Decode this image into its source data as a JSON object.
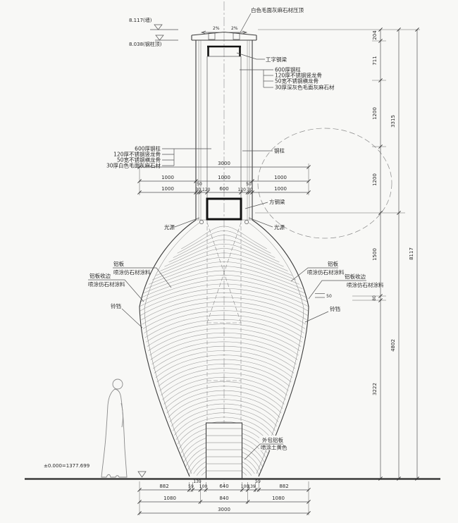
{
  "drawing": {
    "annotations": {
      "cap": "白色毛面灰麻石材压顶",
      "level_wall": "8.117(墙)",
      "level_column_top": "8.038(钢柱顶)",
      "level_ground": "±0.000=1377.699",
      "slope_left": "2%",
      "slope_right": "2%",
      "i_beam": "工字钢梁",
      "upper_right_stack": [
        "600厚钢柱",
        "120厚不锈钢竖龙骨",
        "50宽不锈钢横龙骨",
        "30厚深灰色毛面灰麻石材"
      ],
      "mid_left_stack": [
        "600厚钢柱",
        "120厚不锈钢竖龙骨",
        "50宽不锈钢横龙骨",
        "30厚白色毛面灰麻石材"
      ],
      "steel_column": "钢柱",
      "square_steel_beam": "方钢梁",
      "light_source_left": "光源",
      "light_source_right": "光源",
      "alu_panel_left": [
        "铝板",
        "喷涂仿石材涂料"
      ],
      "alu_edge_left": [
        "铝板收边",
        "喷涂仿石材涂料"
      ],
      "alu_panel_right": [
        "铝板",
        "喷涂仿石材涂料"
      ],
      "alu_edge_right": [
        "铝板收边",
        "喷涂仿石材涂料"
      ],
      "bell_left": "铃铛",
      "bell_right": "铃铛",
      "base_cladding": [
        "外包铝板",
        "喷涂土黄色"
      ]
    },
    "dims_top": {
      "total": "3000",
      "row1": [
        "1000",
        "1000",
        "1000"
      ],
      "row2": [
        "1000",
        "600",
        "1000"
      ],
      "row2_small_left": "30 120",
      "row2_small_right": "120 30",
      "row2_fifty_left": "50",
      "row2_fifty_right": "50"
    },
    "dims_bottom": {
      "row1": [
        "882",
        "59",
        "139",
        "100",
        "640",
        "100",
        "139",
        "59",
        "882"
      ],
      "row2": [
        "1080",
        "840",
        "1080"
      ],
      "total": "3000"
    },
    "dims_right": {
      "chain": [
        "204",
        "711",
        "1200",
        "1200",
        "1500",
        "80",
        "3222"
      ],
      "subtotals": [
        "3315",
        "4802"
      ],
      "total": "8117"
    },
    "dims_misc": {
      "edge_fifty": "50"
    }
  }
}
